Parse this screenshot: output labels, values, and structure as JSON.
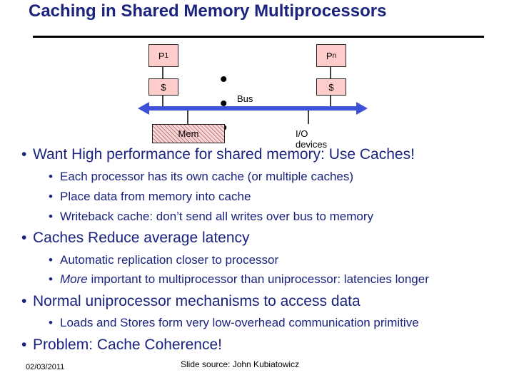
{
  "title": "Caching in Shared Memory Multiprocessors",
  "diagram": {
    "proc_left": "P",
    "proc_left_sub": "1",
    "proc_right": "P",
    "proc_right_sub": "n",
    "cache_left": "$",
    "cache_right": "$",
    "ellipsis": "• • •",
    "bus_label": "Bus",
    "mem_label": "Mem",
    "io_label": "I/O devices"
  },
  "bullets": [
    {
      "text": "Want High performance for shared memory: Use Caches!",
      "subs": [
        "Each processor has its own cache (or multiple caches)",
        "Place data from memory into cache",
        "Writeback cache: don’t send all writes over bus to memory"
      ]
    },
    {
      "text": "Caches Reduce average latency",
      "subs": [
        "Automatic replication closer to processor",
        "important to multiprocessor than uniprocessor: latencies longer"
      ],
      "sub2_italic": "More"
    },
    {
      "text": "Normal uniprocessor mechanisms to access data",
      "subs": [
        "Loads and Stores form very low-overhead communication primitive"
      ]
    },
    {
      "text": "Problem: Cache Coherence!",
      "subs": []
    }
  ],
  "bullet_glyph": "•",
  "footer": {
    "date": "02/03/2011",
    "source": "Slide source: John Kubiatowicz"
  },
  "colors": {
    "text_blue": "#1a237e",
    "bus_blue": "#3f51d8",
    "box_fill": "#ffcccc"
  }
}
